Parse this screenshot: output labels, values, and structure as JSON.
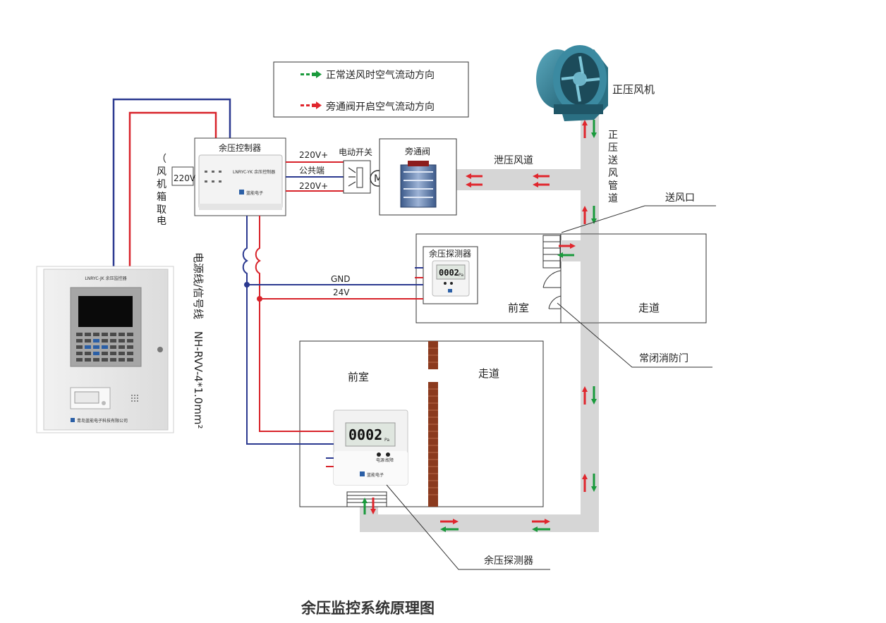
{
  "colors": {
    "red_wire": "#d8232a",
    "blue_wire": "#2b3990",
    "duct": "#d4d4d4",
    "normal_arrow": "#1a9a3c",
    "bypass_arrow": "#e0262d",
    "wall_brick": "#8b3a1e",
    "fan_teal": "#2f7f94"
  },
  "legend": {
    "normal_flow": "正常送风时空气流动方向",
    "bypass_flow": "旁通阀开启空气流动方向"
  },
  "controller": {
    "title": "余压控制器",
    "model": "LNRYC-YK 余压控制器",
    "brand": "蓝能电子",
    "supply_voltage": "220V",
    "supply_note": "（风机箱取电）"
  },
  "motor_wiring": {
    "terminal_1": "220V+",
    "terminal_2": "公共端",
    "terminal_3": "220V+",
    "switch_label": "电动开关",
    "motor_symbol": "M"
  },
  "bypass_valve": {
    "title": "旁通阀"
  },
  "relief_duct": {
    "label": "泄压风道"
  },
  "fan": {
    "label": "正压风机"
  },
  "supply_duct": {
    "label": "正压送风管道"
  },
  "air_outlet": {
    "label": "送风口"
  },
  "monitor": {
    "panel_title": "LNRYC-JK 余压监控器",
    "company": "青岛蓝能电子科技有限公司"
  },
  "cable": {
    "label": "电源线/信号线",
    "spec": "NH-RVV-4*1.0mm²",
    "gnd": "GND",
    "v24": "24V"
  },
  "upper_floor": {
    "detector_title": "余压探测器",
    "display_value": "0002",
    "unit": "Pa",
    "anteroom": "前室",
    "corridor": "走道"
  },
  "fire_door": {
    "label": "常闭消防门"
  },
  "lower_floor": {
    "anteroom": "前室",
    "corridor": "走道",
    "display_value": "0002",
    "unit": "Pa",
    "brand": "蓝能电子",
    "led_1": "电源",
    "led_2": "故障",
    "detector_label": "余压探测器"
  },
  "diagram_title": "余压监控系统原理图"
}
